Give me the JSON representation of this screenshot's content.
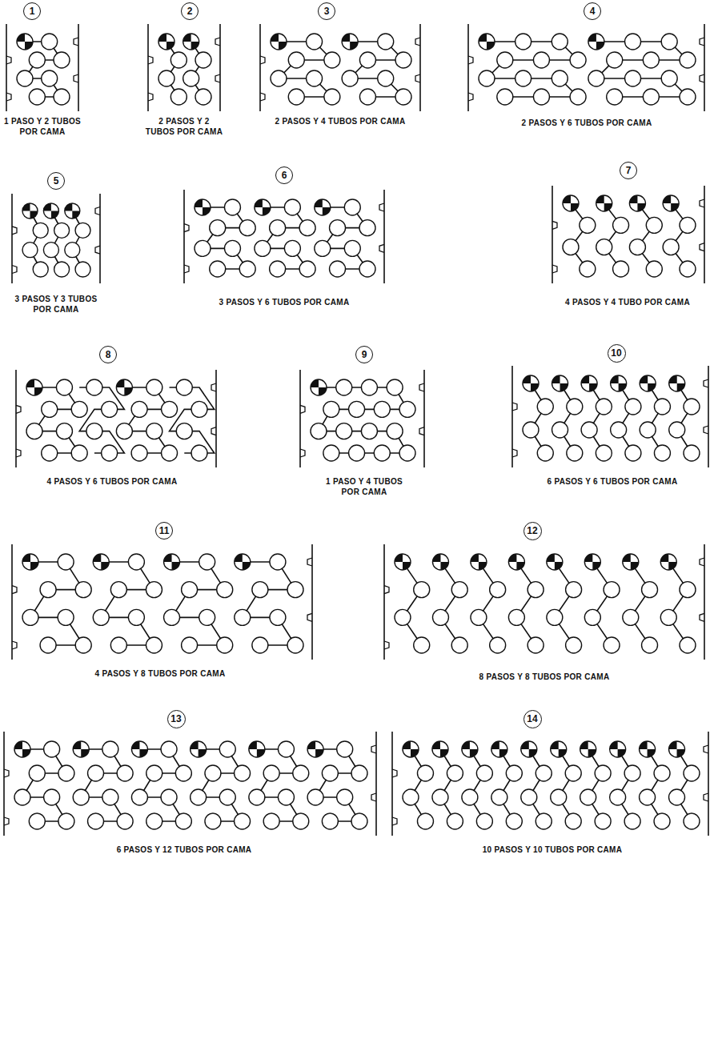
{
  "diagram": {
    "nodes": [
      {
        "text": [
          "1"
        ]
      },
      {
        "text": [
          "2"
        ]
      },
      {
        "text": [
          "3"
        ]
      },
      {
        "text": [
          "4"
        ]
      },
      {
        "text": [
          "5"
        ]
      },
      {
        "text": [
          "6"
        ]
      },
      {
        "text": [
          "7"
        ]
      },
      {
        "text": [
          "8"
        ]
      },
      {
        "text": [
          "9"
        ]
      },
      {
        "text": [
          "10"
        ]
      },
      {
        "text": [
          "11"
        ]
      },
      {
        "text": [
          "12"
        ]
      },
      {
        "text": [
          "13"
        ]
      },
      {
        "text": [
          "14"
        ]
      }
    ],
    "labels": [
      "1 PASO Y 2 TUBOS POR CAMA",
      "2 PASOS Y 2 TUBOS POR CAMA",
      "2 PASOS Y 4 TUBOS POR CAMA",
      "2 PASOS Y 6 TUBOS POR CAMA",
      "3 PASOS Y 3 TUBOS POR CAMA",
      "3 PASOS Y 6 TUBOS POR CAMA",
      "4 PASOS Y 4 TUBO POR CAMA",
      "4 PASOS Y 6 TUBOS POR CAMA",
      "1 PASO Y 4 TUBOS POR CAMA",
      "6 PASOS Y 6 TUBOS POR CAMA",
      "4 PASOS Y 8 TUBOS POR CAMA",
      "8 PASOS Y 8 TUBOS POR CAMA",
      "6 PASOS Y 12 TUBOS POR CAMA",
      "10 PASOS Y 10 TUBOS POR CAMA"
    ]
  }
}
